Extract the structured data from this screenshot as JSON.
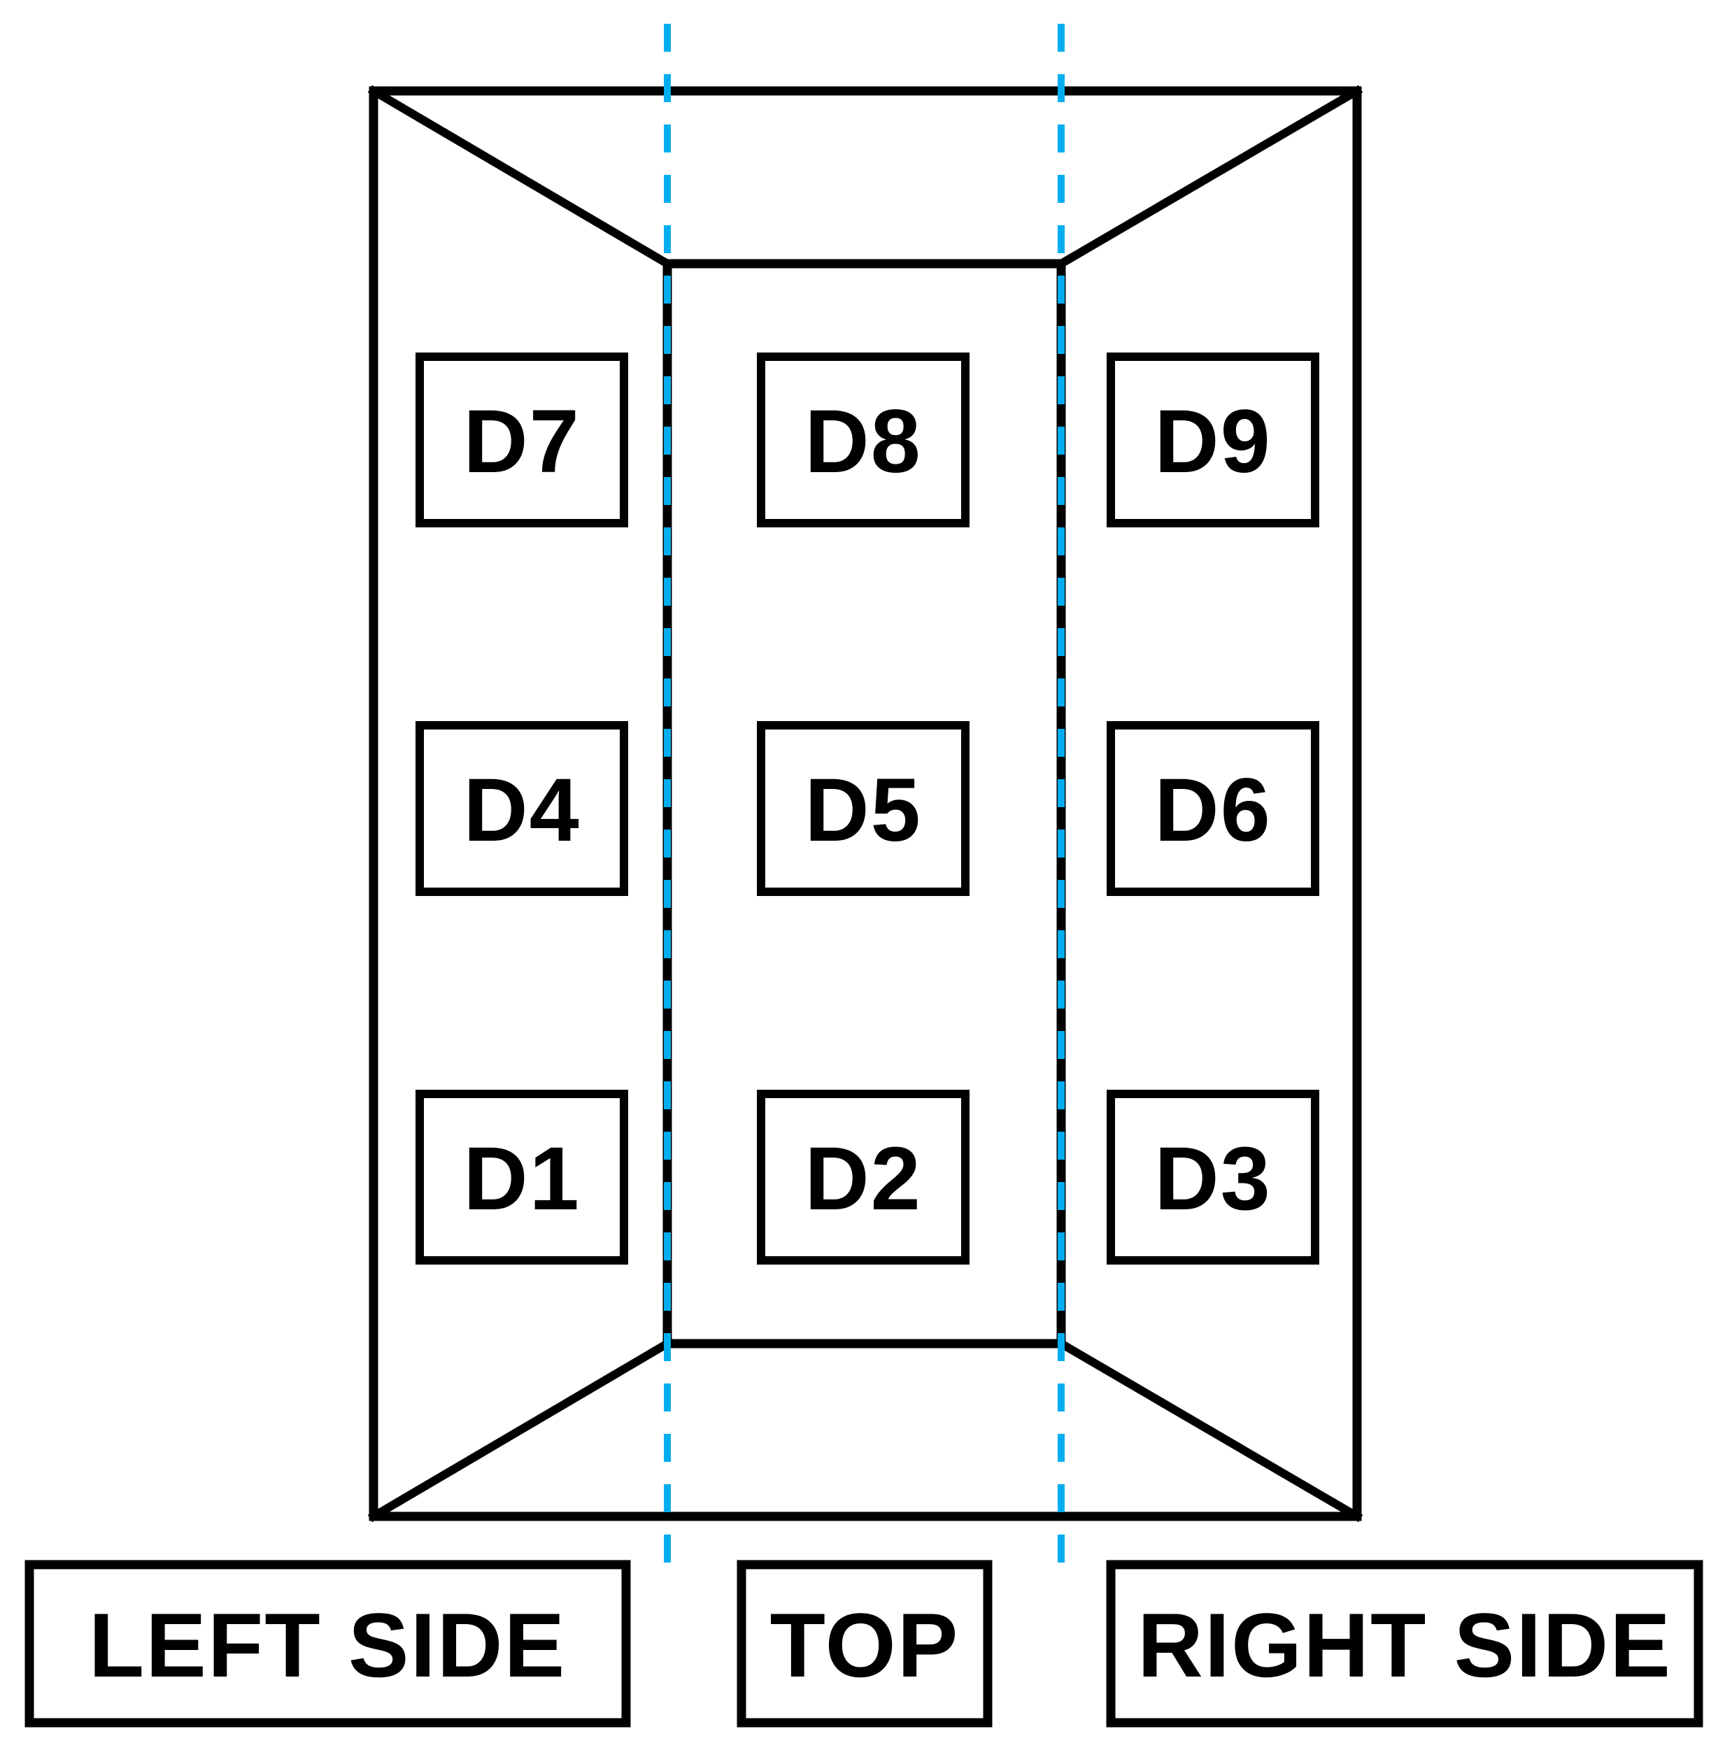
{
  "colors": {
    "background": "#ffffff",
    "line": "#000000",
    "fold_line": "#00aeef"
  },
  "diagram": {
    "detector_labels": {
      "d1": "D1",
      "d2": "D2",
      "d3": "D3",
      "d4": "D4",
      "d5": "D5",
      "d6": "D6",
      "d7": "D7",
      "d8": "D8",
      "d9": "D9"
    },
    "section_labels": {
      "left": "LEFT SIDE",
      "top": "TOP",
      "right": "RIGHT SIDE"
    }
  }
}
